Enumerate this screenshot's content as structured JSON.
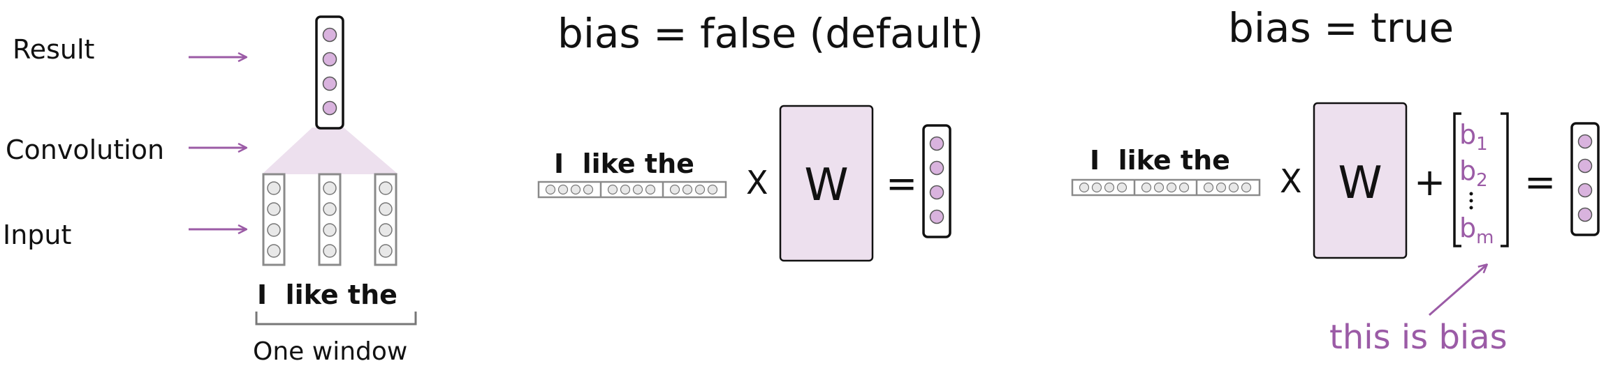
{
  "left_panel": {
    "label_result": "Result",
    "label_convolution": "Convolution",
    "label_input": "Input",
    "input_words": "I  like the",
    "window_caption": "One window"
  },
  "middle_panel": {
    "title": "bias = false (default)",
    "input_words": "I  like the",
    "times": "X",
    "matrix_label": "W",
    "equals": "="
  },
  "right_panel": {
    "title": "bias = true",
    "input_words": "I  like the",
    "times": "X",
    "matrix_label": "W",
    "plus": "+",
    "bias_entries": [
      "b",
      "b",
      "b"
    ],
    "bias_subscripts": [
      "1",
      "2",
      "m"
    ],
    "equals": "=",
    "annotation": "this is bias"
  },
  "colors": {
    "accent": "#9b5ba6",
    "fill": "#ede0ee",
    "node_fill": "#d9b3de",
    "cell_gray": "#e8e8e8",
    "frame_gray": "#8a8a8a"
  }
}
